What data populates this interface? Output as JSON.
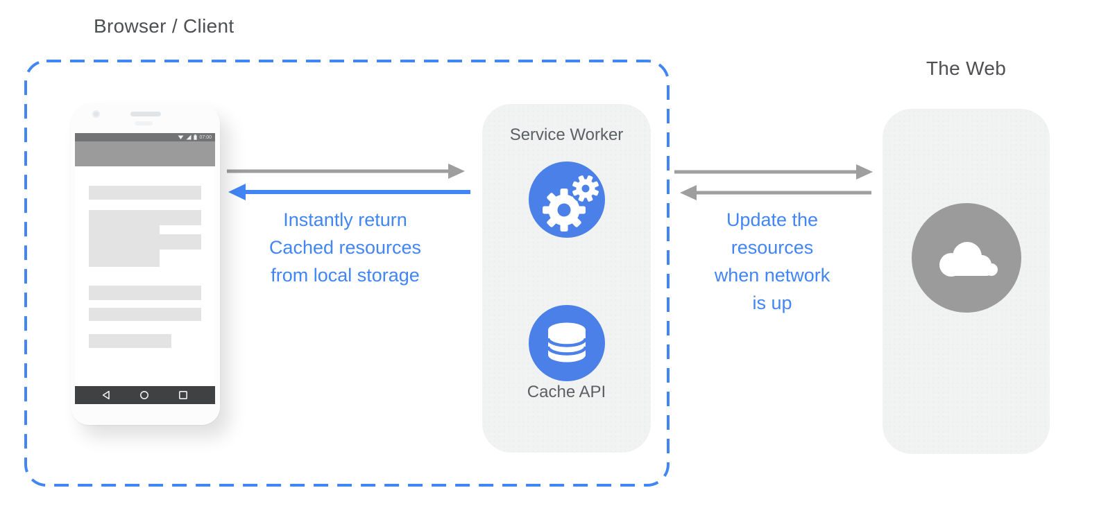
{
  "labels": {
    "browser_client": "Browser / Client",
    "the_web": "The Web"
  },
  "service_worker": {
    "title": "Service Worker",
    "cache_label": "Cache API"
  },
  "annotations": {
    "left_lines": [
      "Instantly return",
      "Cached resources",
      "from local storage"
    ],
    "right_lines": [
      "Update the",
      "resources",
      "when network",
      "is up"
    ]
  },
  "phone": {
    "status_time": "07:00"
  },
  "icons": {
    "service_worker": "gears-icon",
    "cache": "database-icon",
    "web": "cloud-icon",
    "phone_status": [
      "wifi-icon",
      "signal-icon",
      "battery-icon"
    ],
    "phone_nav": [
      "back-icon",
      "home-icon",
      "recents-icon"
    ]
  },
  "colors": {
    "blue": "#4285f4",
    "icon-blue": "#4a80e8",
    "gray-arrow": "#9e9e9e",
    "panel-bg": "#f1f2f2",
    "circle-gray": "#9b9b9b",
    "title-text": "#4d4f52",
    "label-text": "#5c5f63",
    "status-bar": "#717375",
    "app-bar": "#9b9b9b",
    "nav-bar": "#3f4142",
    "placeholder": "#e3e3e3"
  }
}
